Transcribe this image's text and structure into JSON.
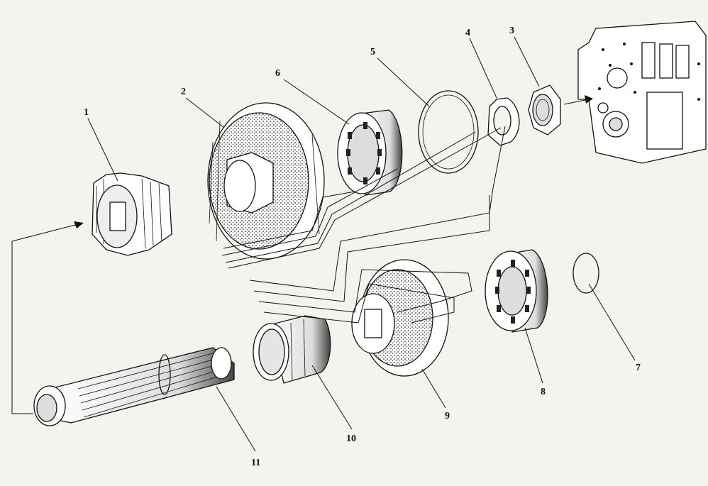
{
  "diagram": {
    "callouts": {
      "c1": "1",
      "c2": "2",
      "c3": "3",
      "c4": "4",
      "c5": "5",
      "c6": "6",
      "c7": "7",
      "c8": "8",
      "c9": "9",
      "c10": "10",
      "c11": "11"
    },
    "colors": {
      "background": "#f4f4ee",
      "ink": "#111111",
      "paper": "#ffffff",
      "stipple": "#6a6a6a"
    }
  }
}
